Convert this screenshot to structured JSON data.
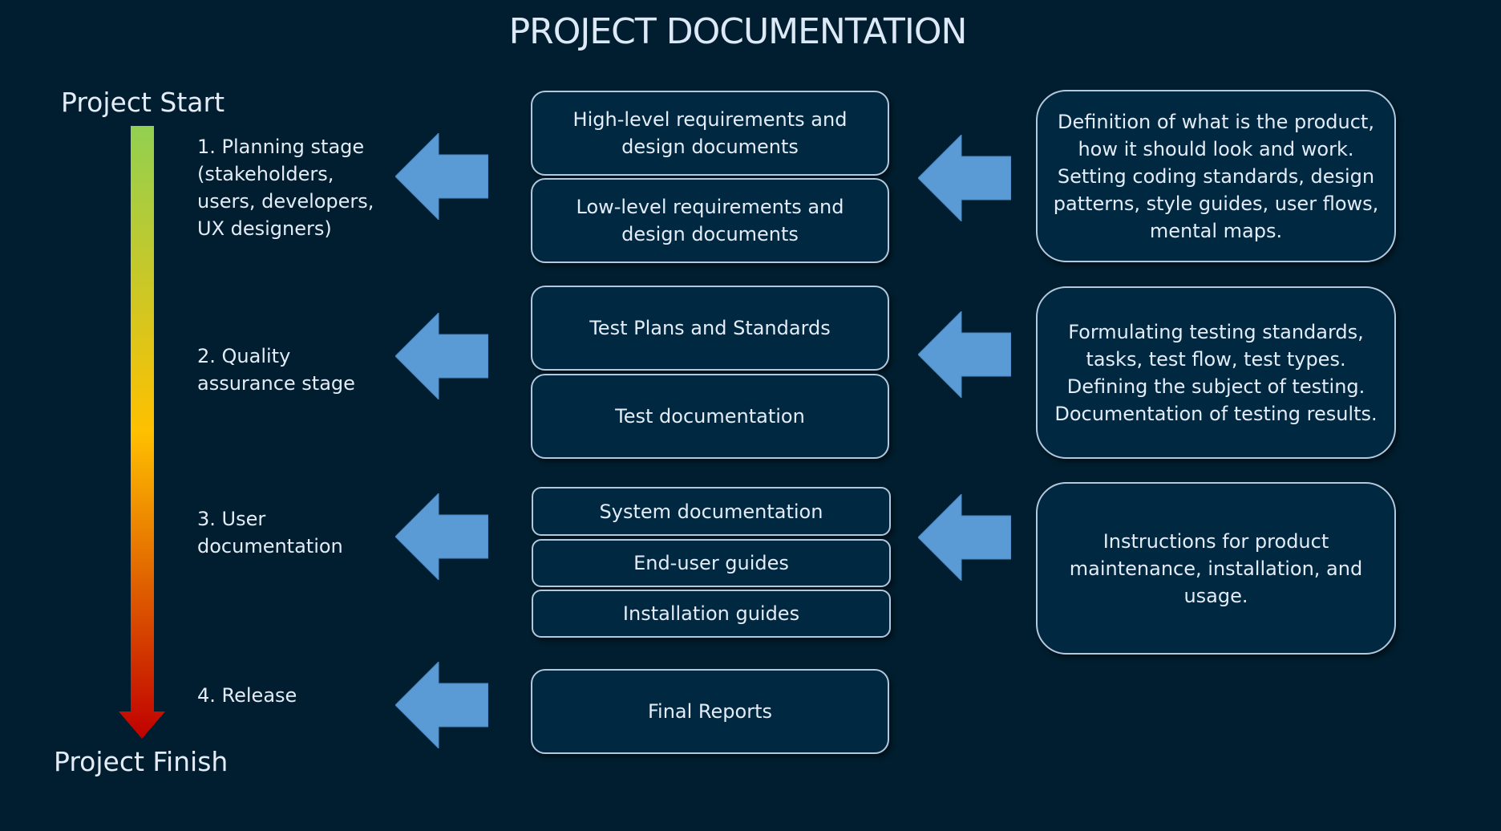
{
  "title": "PROJECT DOCUMENTATION",
  "timeline": {
    "start_label": "Project Start",
    "finish_label": "Project Finish",
    "gradient_colors": [
      "#92d050",
      "#ffc000",
      "#c00000"
    ]
  },
  "colors": {
    "background": "#001e2f",
    "box_fill": "#002840",
    "box_border": "#b4c8dd",
    "arrow": "#5b9bd5",
    "text": "#e3ecf7"
  },
  "stages": [
    {
      "label": "1. Planning stage\n(stakeholders,\nusers, developers,\nUX designers)",
      "documents": [
        "High-level requirements and\ndesign documents",
        "Low-level requirements and\ndesign documents"
      ],
      "description": "Definition of what is the product,\nhow it should look and work.\nSetting coding standards, design\npatterns, style guides, user flows,\nmental maps."
    },
    {
      "label": "2. Quality\nassurance stage",
      "documents": [
        "Test Plans and Standards",
        "Test documentation"
      ],
      "description": "Formulating testing standards,\ntasks, test flow, test types.\nDefining the subject of testing.\nDocumentation of testing results."
    },
    {
      "label": "3. User\ndocumentation",
      "documents": [
        "System documentation",
        "End-user guides",
        "Installation guides"
      ],
      "description": "Instructions for product\nmaintenance, installation, and\nusage."
    },
    {
      "label": "4. Release",
      "documents": [
        "Final Reports"
      ],
      "description": null
    }
  ],
  "icons": {
    "left_arrow": "left-arrow-icon",
    "timeline_arrow": "down-arrow-icon"
  }
}
